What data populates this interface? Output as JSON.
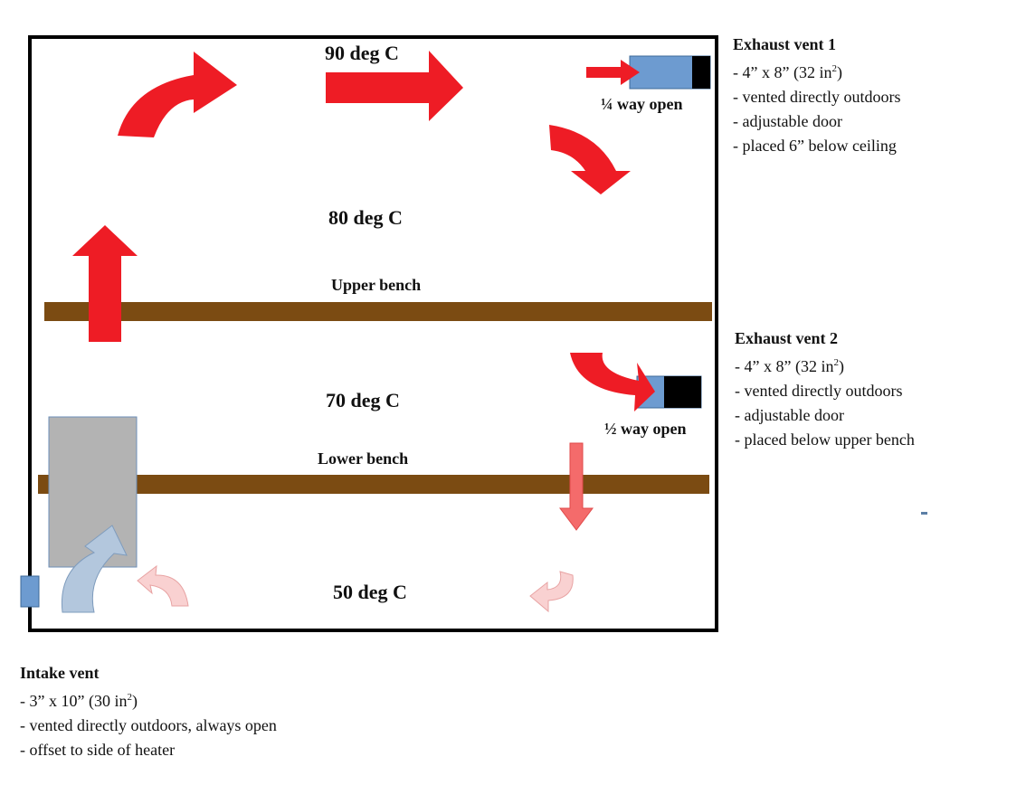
{
  "labels": {
    "temp_top": "90 deg C",
    "temp_upper": "80 deg C",
    "temp_middle": "70 deg C",
    "temp_bottom": "50 deg C",
    "upper_bench": "Upper bench",
    "lower_bench": "Lower bench",
    "vent1_open": "¼ way open",
    "vent2_open": "½ way open"
  },
  "exhaust_vent_1": {
    "title": "Exhaust vent 1",
    "size_prefix": "- 4” x 8” (32 in",
    "size_sup": "2",
    "size_suffix": ")",
    "lines": [
      "- vented directly outdoors",
      "- adjustable door",
      "- placed 6” below ceiling"
    ]
  },
  "exhaust_vent_2": {
    "title": "Exhaust vent 2",
    "size_prefix": "- 4” x 8” (32 in",
    "size_sup": "2",
    "size_suffix": ")",
    "lines": [
      "- vented directly outdoors",
      "- adjustable door",
      "- placed below upper bench"
    ]
  },
  "intake_vent": {
    "title": "Intake vent",
    "size_prefix": "- 3” x 10” (30 in",
    "size_sup": "2",
    "size_suffix": ")",
    "lines": [
      "- vented directly outdoors, always open",
      "- offset to side of heater"
    ]
  },
  "colors": {
    "hot_arrow": "#ee1c25",
    "warm_arrow": "#f46b6b",
    "faint_arrow": "#f9d1d1",
    "cool_arrow": "#b3c7dd",
    "bench": "#7b4b12",
    "heater": "#b3b3b3",
    "vent": "#6d9bd0",
    "vent_door": "#000000"
  }
}
